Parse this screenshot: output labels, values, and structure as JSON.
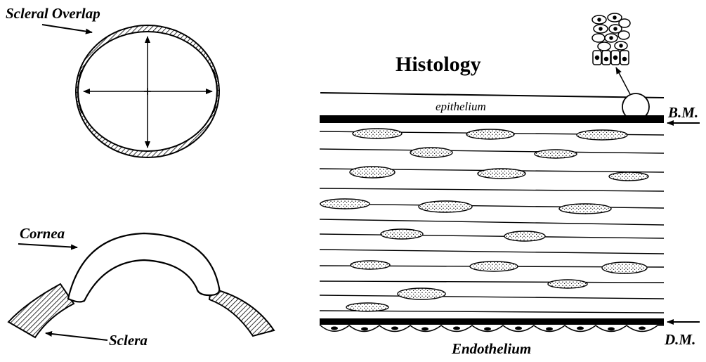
{
  "labels": {
    "scleral_overlap": "Scleral Overlap",
    "cornea": "Cornea",
    "sclera": "Sclera",
    "histology": "Histology",
    "epithelium": "epithelium",
    "bm": "B.M.",
    "dm": "D.M.",
    "endothelium": "Endothelium"
  }
}
